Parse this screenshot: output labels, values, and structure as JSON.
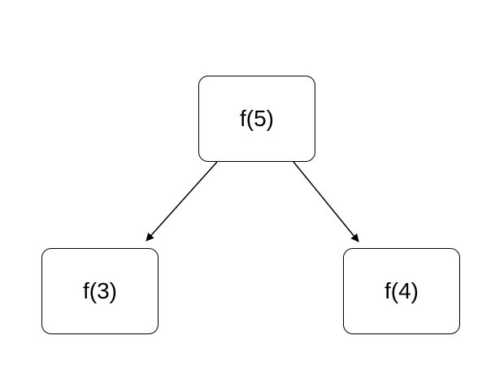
{
  "diagram": {
    "nodes": [
      {
        "id": "f5",
        "label": "f(5)"
      },
      {
        "id": "f3",
        "label": "f(3)"
      },
      {
        "id": "f4",
        "label": "f(4)"
      }
    ],
    "edges": [
      {
        "from": "f5",
        "to": "f3"
      },
      {
        "from": "f5",
        "to": "f4"
      }
    ],
    "colors": {
      "stroke": "#000000",
      "background": "#ffffff",
      "text": "#000000"
    }
  }
}
